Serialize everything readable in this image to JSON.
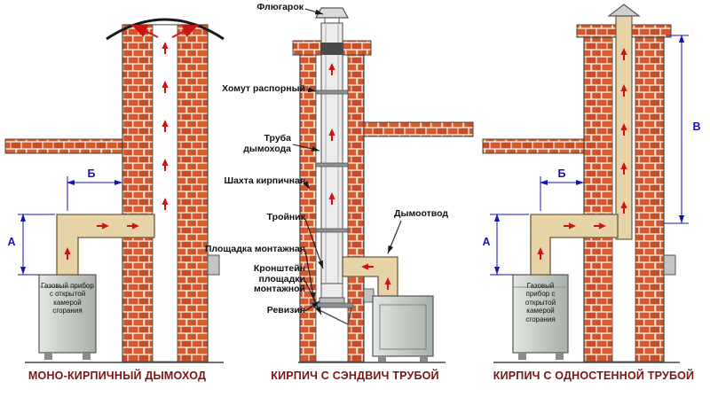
{
  "panels": {
    "left": {
      "caption": "МОНО-КИРПИЧНЫЙ ДЫМОХОД",
      "appliance": "Газовый прибор с открытой камерой сгорания",
      "dims": {
        "a": "А",
        "b": "Б"
      }
    },
    "middle": {
      "caption": "КИРПИЧ С СЭНДВИЧ ТРУБОЙ",
      "labels": {
        "flyugarok": "Флюгарок",
        "khomut": "Хомут распорный",
        "truba": "Труба дымохода",
        "shakhta": "Шахта кирпичная",
        "troynik": "Тройник",
        "ploshchadka": "Площадка монтажная",
        "kronshteyn": "Кронштейн площадки монтажной",
        "reviziya": "Ревизия",
        "dymootvod": "Дымоотвод"
      }
    },
    "right": {
      "caption": "КИРПИЧ С ОДНОСТЕННОЙ ТРУБОЙ",
      "appliance": "Газовый прибор с открытой камерой сгорания",
      "dims": {
        "a": "А",
        "b": "Б",
        "v": "В"
      }
    }
  },
  "colors": {
    "brick": "#d8562a",
    "mortar": "#f4ede6",
    "pipe": "#e7d3a8",
    "flow_arrow": "#cc1414",
    "dimension": "#1414b8",
    "caption": "#7b1416"
  }
}
